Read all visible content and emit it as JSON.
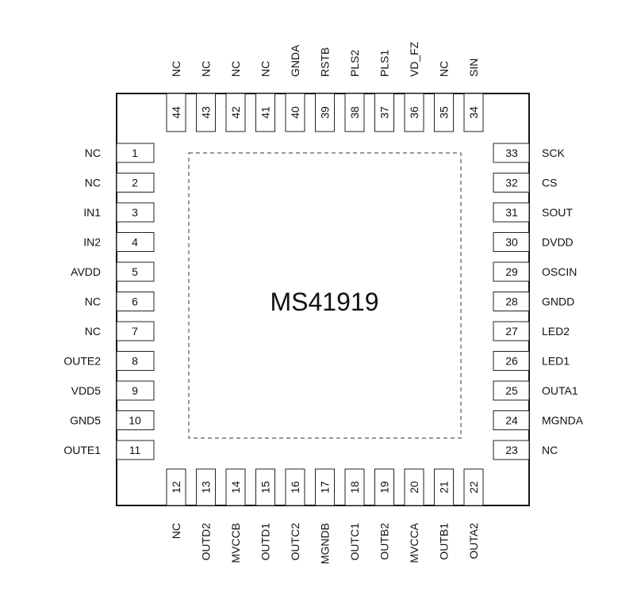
{
  "chip": {
    "name": "MS41919"
  },
  "pins": {
    "left": [
      {
        "num": "1",
        "name": "NC"
      },
      {
        "num": "2",
        "name": "NC"
      },
      {
        "num": "3",
        "name": "IN1"
      },
      {
        "num": "4",
        "name": "IN2"
      },
      {
        "num": "5",
        "name": "AVDD"
      },
      {
        "num": "6",
        "name": "NC"
      },
      {
        "num": "7",
        "name": "NC"
      },
      {
        "num": "8",
        "name": "OUTE2"
      },
      {
        "num": "9",
        "name": "VDD5"
      },
      {
        "num": "10",
        "name": "GND5"
      },
      {
        "num": "11",
        "name": "OUTE1"
      }
    ],
    "bottom": [
      {
        "num": "12",
        "name": "NC"
      },
      {
        "num": "13",
        "name": "OUTD2"
      },
      {
        "num": "14",
        "name": "MVCCB"
      },
      {
        "num": "15",
        "name": "OUTD1"
      },
      {
        "num": "16",
        "name": "OUTC2"
      },
      {
        "num": "17",
        "name": "MGNDB"
      },
      {
        "num": "18",
        "name": "OUTC1"
      },
      {
        "num": "19",
        "name": "OUTB2"
      },
      {
        "num": "20",
        "name": "MVCCA"
      },
      {
        "num": "21",
        "name": "OUTB1"
      },
      {
        "num": "22",
        "name": "OUTA2"
      }
    ],
    "right": [
      {
        "num": "33",
        "name": "SCK"
      },
      {
        "num": "32",
        "name": "CS"
      },
      {
        "num": "31",
        "name": "SOUT"
      },
      {
        "num": "30",
        "name": "DVDD"
      },
      {
        "num": "29",
        "name": "OSCIN"
      },
      {
        "num": "28",
        "name": "GNDD"
      },
      {
        "num": "27",
        "name": "LED2"
      },
      {
        "num": "26",
        "name": "LED1"
      },
      {
        "num": "25",
        "name": "OUTA1"
      },
      {
        "num": "24",
        "name": "MGNDA"
      },
      {
        "num": "23",
        "name": "NC"
      }
    ],
    "top": [
      {
        "num": "44",
        "name": "NC"
      },
      {
        "num": "43",
        "name": "NC"
      },
      {
        "num": "42",
        "name": "NC"
      },
      {
        "num": "41",
        "name": "NC"
      },
      {
        "num": "40",
        "name": "GNDA"
      },
      {
        "num": "39",
        "name": "RSTB"
      },
      {
        "num": "38",
        "name": "PLS2"
      },
      {
        "num": "37",
        "name": "PLS1"
      },
      {
        "num": "36",
        "name": "VD_FZ"
      },
      {
        "num": "35",
        "name": "NC"
      },
      {
        "num": "34",
        "name": "SIN"
      }
    ]
  }
}
